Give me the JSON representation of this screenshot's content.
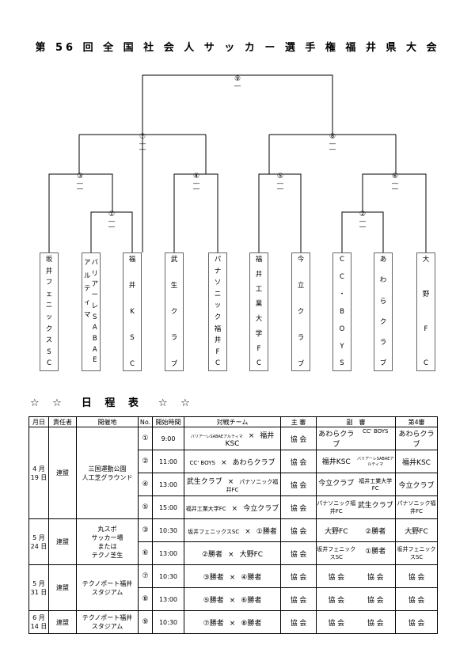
{
  "title": "第 56 回 全 国 社 会 人 サ ッ カ ー 選 手 権 福 井 県 大 会",
  "match_labels": {
    "m1": "①",
    "m2": "②",
    "m3": "③",
    "m4": "④",
    "m5": "⑤",
    "m6": "⑥",
    "m7": "⑦",
    "m8": "⑧",
    "m9": "⑨",
    "dash": "―"
  },
  "teams": [
    {
      "chars": [
        "坂",
        "井",
        "フ",
        "ェ",
        "ニ",
        "ッ",
        "ク",
        "ス",
        "S",
        "C"
      ]
    },
    {
      "chars_a": [
        "バ",
        "リ",
        "ア",
        "ー",
        "レ",
        "S",
        "A",
        "B",
        "A",
        "E"
      ],
      "chars_b": [
        "ア",
        "ル",
        "テ",
        "ィ",
        "マ"
      ]
    },
    {
      "chars": [
        "福",
        "井",
        "K",
        "S",
        "C"
      ]
    },
    {
      "chars": [
        "武",
        "生",
        "ク",
        "ラ",
        "ブ"
      ]
    },
    {
      "chars": [
        "パ",
        "ナ",
        "ソ",
        "ニ",
        "ッ",
        "ク",
        "福",
        "井",
        "F",
        "C"
      ]
    },
    {
      "chars": [
        "福",
        "井",
        "工",
        "業",
        "大",
        "学",
        "F",
        "C"
      ]
    },
    {
      "chars": [
        "今",
        "立",
        "ク",
        "ラ",
        "ブ"
      ]
    },
    {
      "chars": [
        "C",
        "C",
        "・",
        "B",
        "O",
        "Y",
        "S"
      ]
    },
    {
      "chars": [
        "あ",
        "わ",
        "ら",
        "ク",
        "ラ",
        "ブ"
      ]
    },
    {
      "chars": [
        "大",
        "野",
        "F",
        "C"
      ]
    }
  ],
  "schedule_title": "☆ ☆　日 程 表　☆ ☆",
  "headers": [
    "月日",
    "責任者",
    "開催地",
    "No.",
    "開始時間",
    "対戦チーム",
    "主 審",
    "副　審",
    "第4審"
  ],
  "groups": [
    {
      "date": "4 月\n19 日",
      "resp": "連盟",
      "venue": "三国運動公園\n人工芝グラウンド",
      "rows": [
        {
          "no": "①",
          "time": "9:00",
          "home": "バリアーレSABAEアルティマ",
          "vs": "×",
          "away": "福井KSC",
          "ref": "協 会",
          "a1": "あわらクラブ",
          "a2": "CC' BOYS",
          "fourth": "あわらクラブ"
        },
        {
          "no": "②",
          "time": "11:00",
          "home": "CC' BOYS",
          "vs": "×",
          "away": "あわらクラブ",
          "ref": "協 会",
          "a1": "福井KSC",
          "a2": "バリアーレSABAEアルティマ",
          "fourth": "福井KSC"
        },
        {
          "no": "④",
          "time": "13:00",
          "home": "武生クラブ",
          "vs": "×",
          "away": "パナソニック福井FC",
          "ref": "協 会",
          "a1": "今立クラブ",
          "a2": "福井工業大学FC",
          "fourth": "今立クラブ"
        },
        {
          "no": "⑤",
          "time": "15:00",
          "home": "福井工業大学FC",
          "vs": "×",
          "away": "今立クラブ",
          "ref": "協 会",
          "a1": "パナソニック福井FC",
          "a2": "武生クラブ",
          "fourth": "パナソニック福井FC"
        }
      ]
    },
    {
      "date": "5 月\n24 日",
      "resp": "連盟",
      "venue": "丸スポ\nサッカー場\nまたは\nテクノ芝生",
      "rows": [
        {
          "no": "③",
          "time": "10:30",
          "home": "坂井フェニックスSC",
          "vs": "×",
          "away": "①勝者",
          "ref": "協 会",
          "a1": "大野FC",
          "a2": "②勝者",
          "fourth": "大野FC"
        },
        {
          "no": "⑥",
          "time": "13:00",
          "home": "②勝者",
          "vs": "×",
          "away": "大野FC",
          "ref": "協 会",
          "a1": "坂井フェニックスSC",
          "a2": "①勝者",
          "fourth": "坂井フェニックスSC"
        }
      ]
    },
    {
      "date": "5 月\n31 日",
      "resp": "連盟",
      "venue": "テクノポート福井\nスタジアム",
      "rows": [
        {
          "no": "⑦",
          "time": "10:30",
          "home": "③勝者",
          "vs": "×",
          "away": "④勝者",
          "ref": "協 会",
          "a1": "協 会",
          "a2": "協 会",
          "fourth": "協 会"
        },
        {
          "no": "⑧",
          "time": "13:00",
          "home": "⑤勝者",
          "vs": "×",
          "away": "⑥勝者",
          "ref": "協 会",
          "a1": "協 会",
          "a2": "協 会",
          "fourth": "協 会"
        }
      ]
    },
    {
      "date": "6 月\n14 日",
      "resp": "連盟",
      "venue": "テクノポート福井\nスタジアム",
      "rows": [
        {
          "no": "⑨",
          "time": "10:30",
          "home": "⑦勝者",
          "vs": "×",
          "away": "⑧勝者",
          "ref": "協 会",
          "a1": "協 会",
          "a2": "協 会",
          "fourth": "協 会"
        }
      ]
    }
  ]
}
